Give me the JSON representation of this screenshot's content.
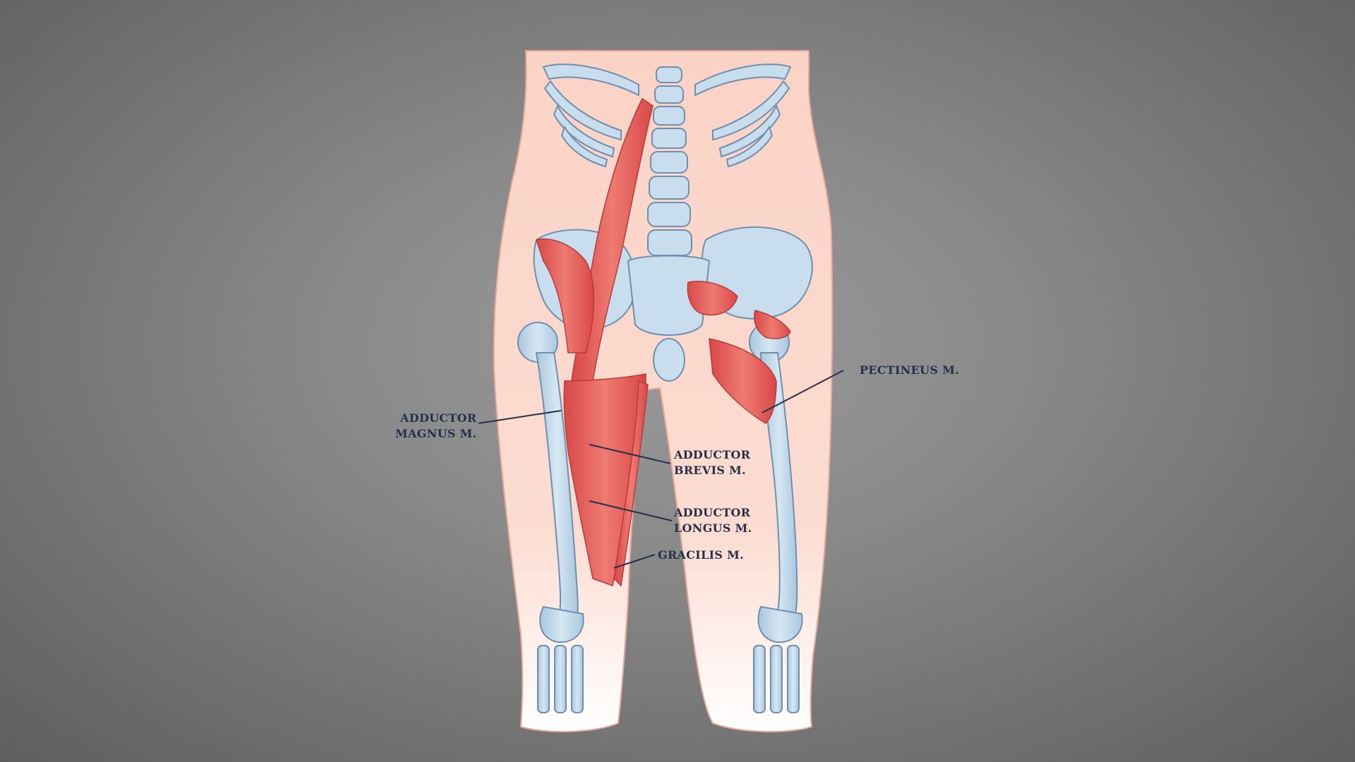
{
  "labels": {
    "pectineus": {
      "line1": "PECTINEUS M."
    },
    "adductor_magnus": {
      "line1": "ADDUCTOR",
      "line2": "MAGNUS M."
    },
    "adductor_brevis": {
      "line1": "ADDUCTOR",
      "line2": "BREVIS M."
    },
    "adductor_longus": {
      "line1": "ADDUCTOR",
      "line2": "LONGUS M."
    },
    "gracilis": {
      "line1": "GRACILIS M."
    }
  },
  "colors": {
    "skin": "#fbd9cd",
    "skin_edge": "#e9a79a",
    "bone": "#c8deee",
    "bone_dark": "#8fb3cf",
    "bone_outline": "#6f8fae",
    "muscle": "#e05555",
    "muscle_light": "#f08b83",
    "leader_line": "#27304a"
  }
}
